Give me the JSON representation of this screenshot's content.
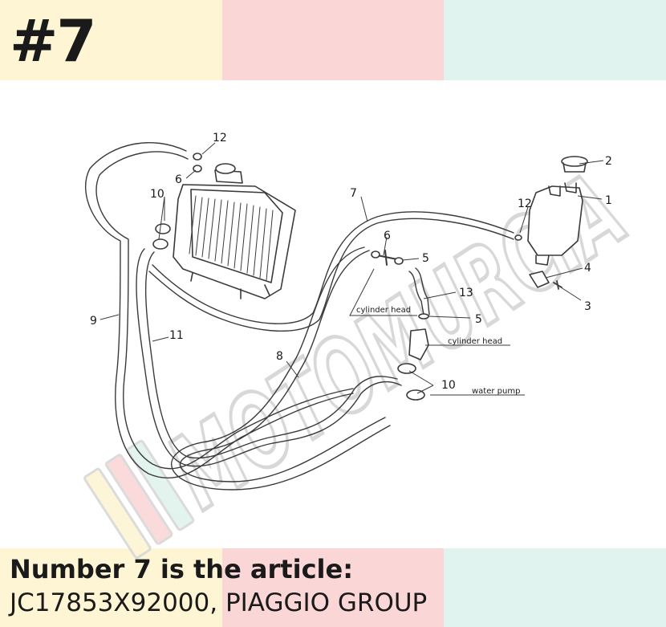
{
  "header": {
    "title": "#7"
  },
  "colors": {
    "yellow": "#fdf5d3",
    "pink": "#fad7d6",
    "mint": "#e1f3ee",
    "line": "#3a3a3a",
    "watermark": "#d4d4d4"
  },
  "watermark": {
    "text": "MOTOMURCIA"
  },
  "diagram": {
    "callouts": {
      "c1": "1",
      "c2": "2",
      "c3": "3",
      "c4": "4",
      "c5a": "5",
      "c5b": "5",
      "c6a": "6",
      "c6b": "6",
      "c7": "7",
      "c8": "8",
      "c9": "9",
      "c10a": "10",
      "c10b": "10",
      "c11": "11",
      "c12a": "12",
      "c12b": "12",
      "c13": "13"
    },
    "labels": {
      "cylinder_head_1": "cylinder head",
      "cylinder_head_2": "cylinder head",
      "water_pump": "water pump"
    }
  },
  "footer": {
    "line1": "Number 7 is the article:",
    "line2": "JC17853X92000, PIAGGIO GROUP"
  }
}
